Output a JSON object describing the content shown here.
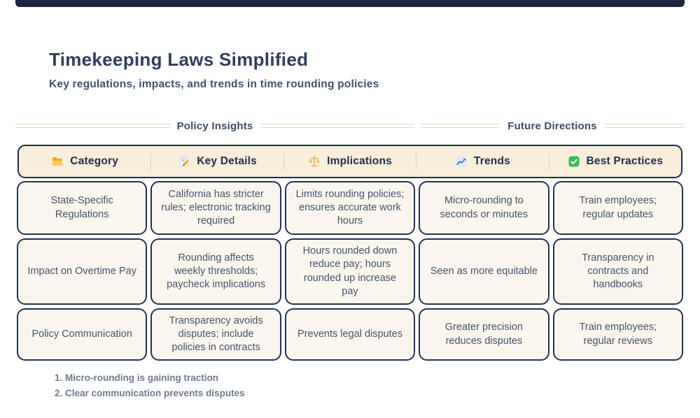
{
  "chart_data": {
    "type": "table",
    "title": "Timekeeping Laws Simplified",
    "subtitle": "Key regulations, impacts, and trends in time rounding policies",
    "column_groups": [
      {
        "label": "Policy Insights",
        "columns": [
          0,
          1,
          2
        ]
      },
      {
        "label": "Future Directions",
        "columns": [
          3,
          4
        ]
      }
    ],
    "columns": [
      "Category",
      "Key Details",
      "Implications",
      "Trends",
      "Best Practices"
    ],
    "column_icons": [
      "folder-icon",
      "memo-icon",
      "scale-icon",
      "chart-up-icon",
      "check-icon"
    ],
    "rows": [
      [
        "State-Specific Regulations",
        "California has stricter rules; electronic tracking required",
        "Limits rounding policies; ensures accurate work hours",
        "Micro-rounding to seconds or minutes",
        "Train employees; regular updates"
      ],
      [
        "Impact on Overtime Pay",
        "Rounding affects weekly thresholds; paycheck implications",
        "Hours rounded down reduce pay; hours rounded up increase pay",
        "Seen as more equitable",
        "Transparency in contracts and handbooks"
      ],
      [
        "Policy Communication",
        "Transparency avoids disputes; include policies in contracts",
        "Prevents legal disputes",
        "Greater precision reduces disputes",
        "Train employees; regular reviews"
      ]
    ],
    "footnotes": [
      "1. Micro-rounding is gaining traction",
      "2. Clear communication prevents disputes"
    ],
    "layout_hints": {
      "grid": "off",
      "legend_position": "none"
    }
  },
  "colors": {
    "accent_bar": "#1d2742",
    "title_text": "#2f3e5c",
    "header_background": "#f8eeda",
    "card_background": "#faf6ee",
    "card_border": "#243252",
    "body_text": "#44536b",
    "footnote_text": "#6e7a8e",
    "divider_line": "#e6dbc0",
    "check_green": "#2ebd59",
    "trend_blue": "#3b6ee0",
    "folder_yellow": "#f6b63c"
  }
}
